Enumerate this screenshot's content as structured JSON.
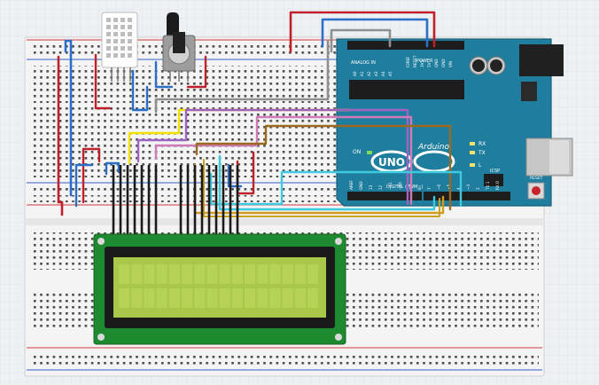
{
  "arduino": {
    "model": "UNO",
    "brand": "Arduino",
    "digital_label": "DIGITAL (PWM~)",
    "power_label": "POWER",
    "analog_label": "ANALOG IN",
    "on_label": "ON",
    "tx_label": "TX",
    "rx_label": "RX",
    "l_label": "L",
    "icsp_label": "ICSP",
    "reset_label": "RESET",
    "power_pins": [
      "IOREF",
      "RESET",
      "3V3",
      "5V",
      "GND",
      "GND",
      "VIN"
    ],
    "analog_pins": [
      "A0",
      "A1",
      "A2",
      "A3",
      "A4",
      "A5"
    ],
    "digital_pins": [
      "AREF",
      "GND",
      "13",
      "12",
      "~11",
      "~10",
      "~9",
      "8",
      "7",
      "~6",
      "~5",
      "4",
      "~3",
      "2",
      "TX 1",
      "RX 0"
    ]
  },
  "components": {
    "sensor": "dht-sensor",
    "potentiometer": "potentiometer",
    "display": "lcd-16x2"
  },
  "colors": {
    "board": "#1f7d9e",
    "breadboard": "#f2f2f2",
    "lcd_pcb": "#1e8a2f",
    "lcd_screen": "#a9c84a",
    "wire_red": "#c0202a",
    "wire_blue": "#2b6fc9",
    "wire_gray": "#8f8f8f",
    "wire_yellow": "#f2e100",
    "wire_purple": "#a063c4",
    "wire_pink": "#d07ab8",
    "wire_brown": "#9a6b1e",
    "wire_cyan": "#3ec9df",
    "wire_black": "#1b1b1b",
    "wire_gold": "#d49b1a"
  }
}
